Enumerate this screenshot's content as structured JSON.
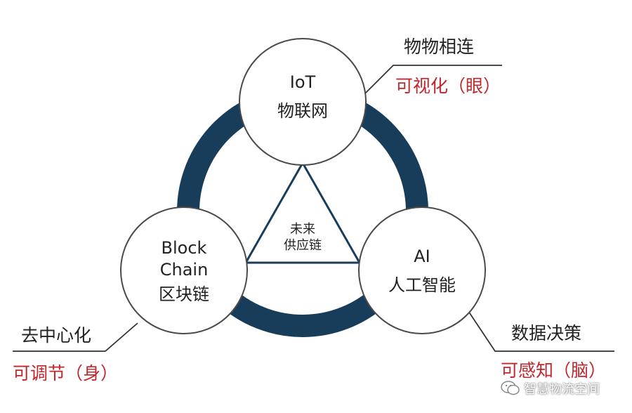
{
  "diagram": {
    "center": {
      "line1": "未来",
      "line2": "供应链"
    },
    "nodes": {
      "iot": {
        "en": "IoT",
        "zh": "物联网"
      },
      "blockchain": {
        "en_line1": "Block",
        "en_line2": "Chain",
        "zh": "区块链"
      },
      "ai": {
        "en": "AI",
        "zh": "人工智能"
      }
    },
    "labels": {
      "iot_top": "物物相连",
      "iot_bottom": "可视化（眼）",
      "blockchain_top": "去中心化",
      "blockchain_bottom": "可调节（身）",
      "ai_top": "数据决策",
      "ai_bottom": "可感知（脑）"
    },
    "colors": {
      "ring": "#183d5a",
      "accent_text": "#c0272d",
      "circle_stroke": "#4a4a4a"
    }
  },
  "watermark": {
    "text": "智慧物流空间",
    "icon": "wechat-icon"
  }
}
